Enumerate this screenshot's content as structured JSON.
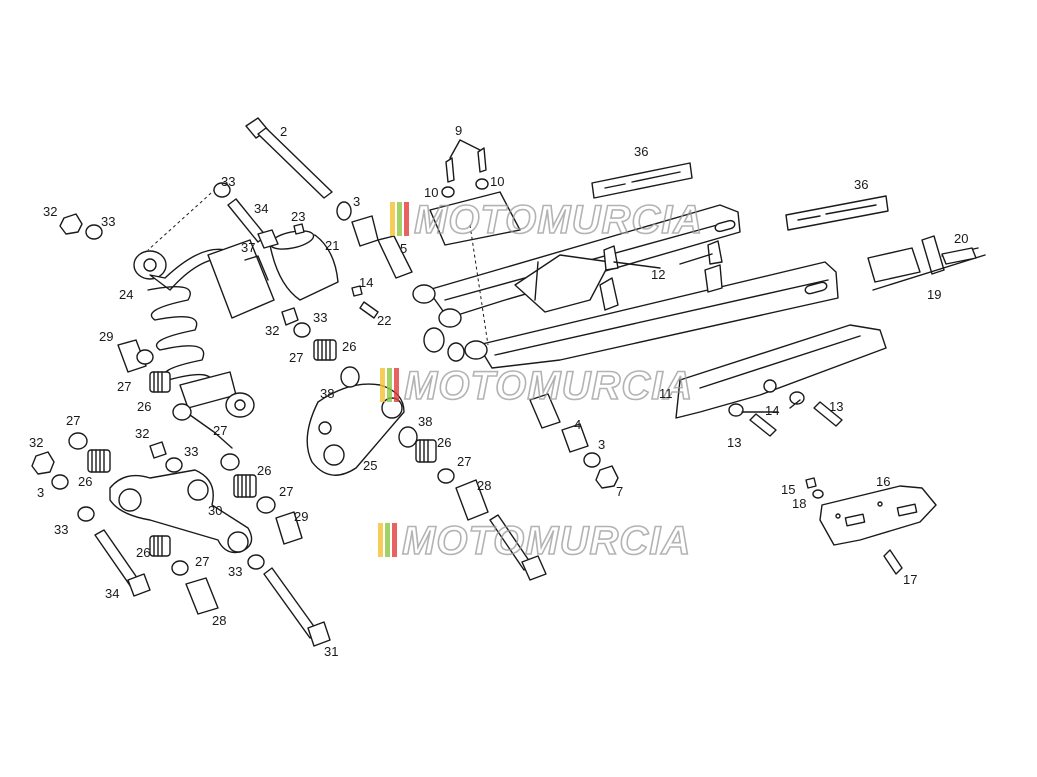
{
  "watermark": {
    "text": "MOTOMURCIA",
    "stripe_colors": [
      "#f2c12e",
      "#8cc63f",
      "#e23b3b"
    ]
  },
  "callouts": [
    {
      "id": "c2",
      "text": "2"
    },
    {
      "id": "c3a",
      "text": "3"
    },
    {
      "id": "c5",
      "text": "5"
    },
    {
      "id": "c9",
      "text": "9"
    },
    {
      "id": "c10a",
      "text": "10"
    },
    {
      "id": "c10b",
      "text": "10"
    },
    {
      "id": "c36a",
      "text": "36"
    },
    {
      "id": "c36b",
      "text": "36"
    },
    {
      "id": "c33a",
      "text": "33"
    },
    {
      "id": "c34a",
      "text": "34"
    },
    {
      "id": "c32a",
      "text": "32"
    },
    {
      "id": "c33b",
      "text": "33"
    },
    {
      "id": "c23",
      "text": "23"
    },
    {
      "id": "c21",
      "text": "21"
    },
    {
      "id": "c37",
      "text": "37"
    },
    {
      "id": "c24",
      "text": "24"
    },
    {
      "id": "c14a",
      "text": "14"
    },
    {
      "id": "c22",
      "text": "22"
    },
    {
      "id": "c32b",
      "text": "32"
    },
    {
      "id": "c33c",
      "text": "33"
    },
    {
      "id": "c27a",
      "text": "27"
    },
    {
      "id": "c26a",
      "text": "26"
    },
    {
      "id": "c38a",
      "text": "38"
    },
    {
      "id": "c12",
      "text": "12"
    },
    {
      "id": "c20",
      "text": "20"
    },
    {
      "id": "c19",
      "text": "19"
    },
    {
      "id": "c29a",
      "text": "29"
    },
    {
      "id": "c27b",
      "text": "27"
    },
    {
      "id": "c26b",
      "text": "26"
    },
    {
      "id": "c27c",
      "text": "27"
    },
    {
      "id": "c11",
      "text": "11"
    },
    {
      "id": "c14b",
      "text": "14"
    },
    {
      "id": "c13a",
      "text": "13"
    },
    {
      "id": "c13b",
      "text": "13"
    },
    {
      "id": "c4",
      "text": "4"
    },
    {
      "id": "c3b",
      "text": "3"
    },
    {
      "id": "c7",
      "text": "7"
    },
    {
      "id": "c38b",
      "text": "38"
    },
    {
      "id": "c26c",
      "text": "26"
    },
    {
      "id": "c27d",
      "text": "27"
    },
    {
      "id": "c25",
      "text": "25"
    },
    {
      "id": "c28a",
      "text": "28"
    },
    {
      "id": "c27e",
      "text": "27"
    },
    {
      "id": "c32c",
      "text": "32"
    },
    {
      "id": "c32d",
      "text": "32"
    },
    {
      "id": "c33d",
      "text": "33"
    },
    {
      "id": "c3c",
      "text": "3"
    },
    {
      "id": "c26d",
      "text": "26"
    },
    {
      "id": "c26e",
      "text": "26"
    },
    {
      "id": "c27f",
      "text": "27"
    },
    {
      "id": "c30",
      "text": "30"
    },
    {
      "id": "c29b",
      "text": "29"
    },
    {
      "id": "c33e",
      "text": "33"
    },
    {
      "id": "c26f",
      "text": "26"
    },
    {
      "id": "c27g",
      "text": "27"
    },
    {
      "id": "c33f",
      "text": "33"
    },
    {
      "id": "c34b",
      "text": "34"
    },
    {
      "id": "c28b",
      "text": "28"
    },
    {
      "id": "c31",
      "text": "31"
    },
    {
      "id": "c15",
      "text": "15"
    },
    {
      "id": "c16",
      "text": "16"
    },
    {
      "id": "c18",
      "text": "18"
    },
    {
      "id": "c17",
      "text": "17"
    }
  ]
}
